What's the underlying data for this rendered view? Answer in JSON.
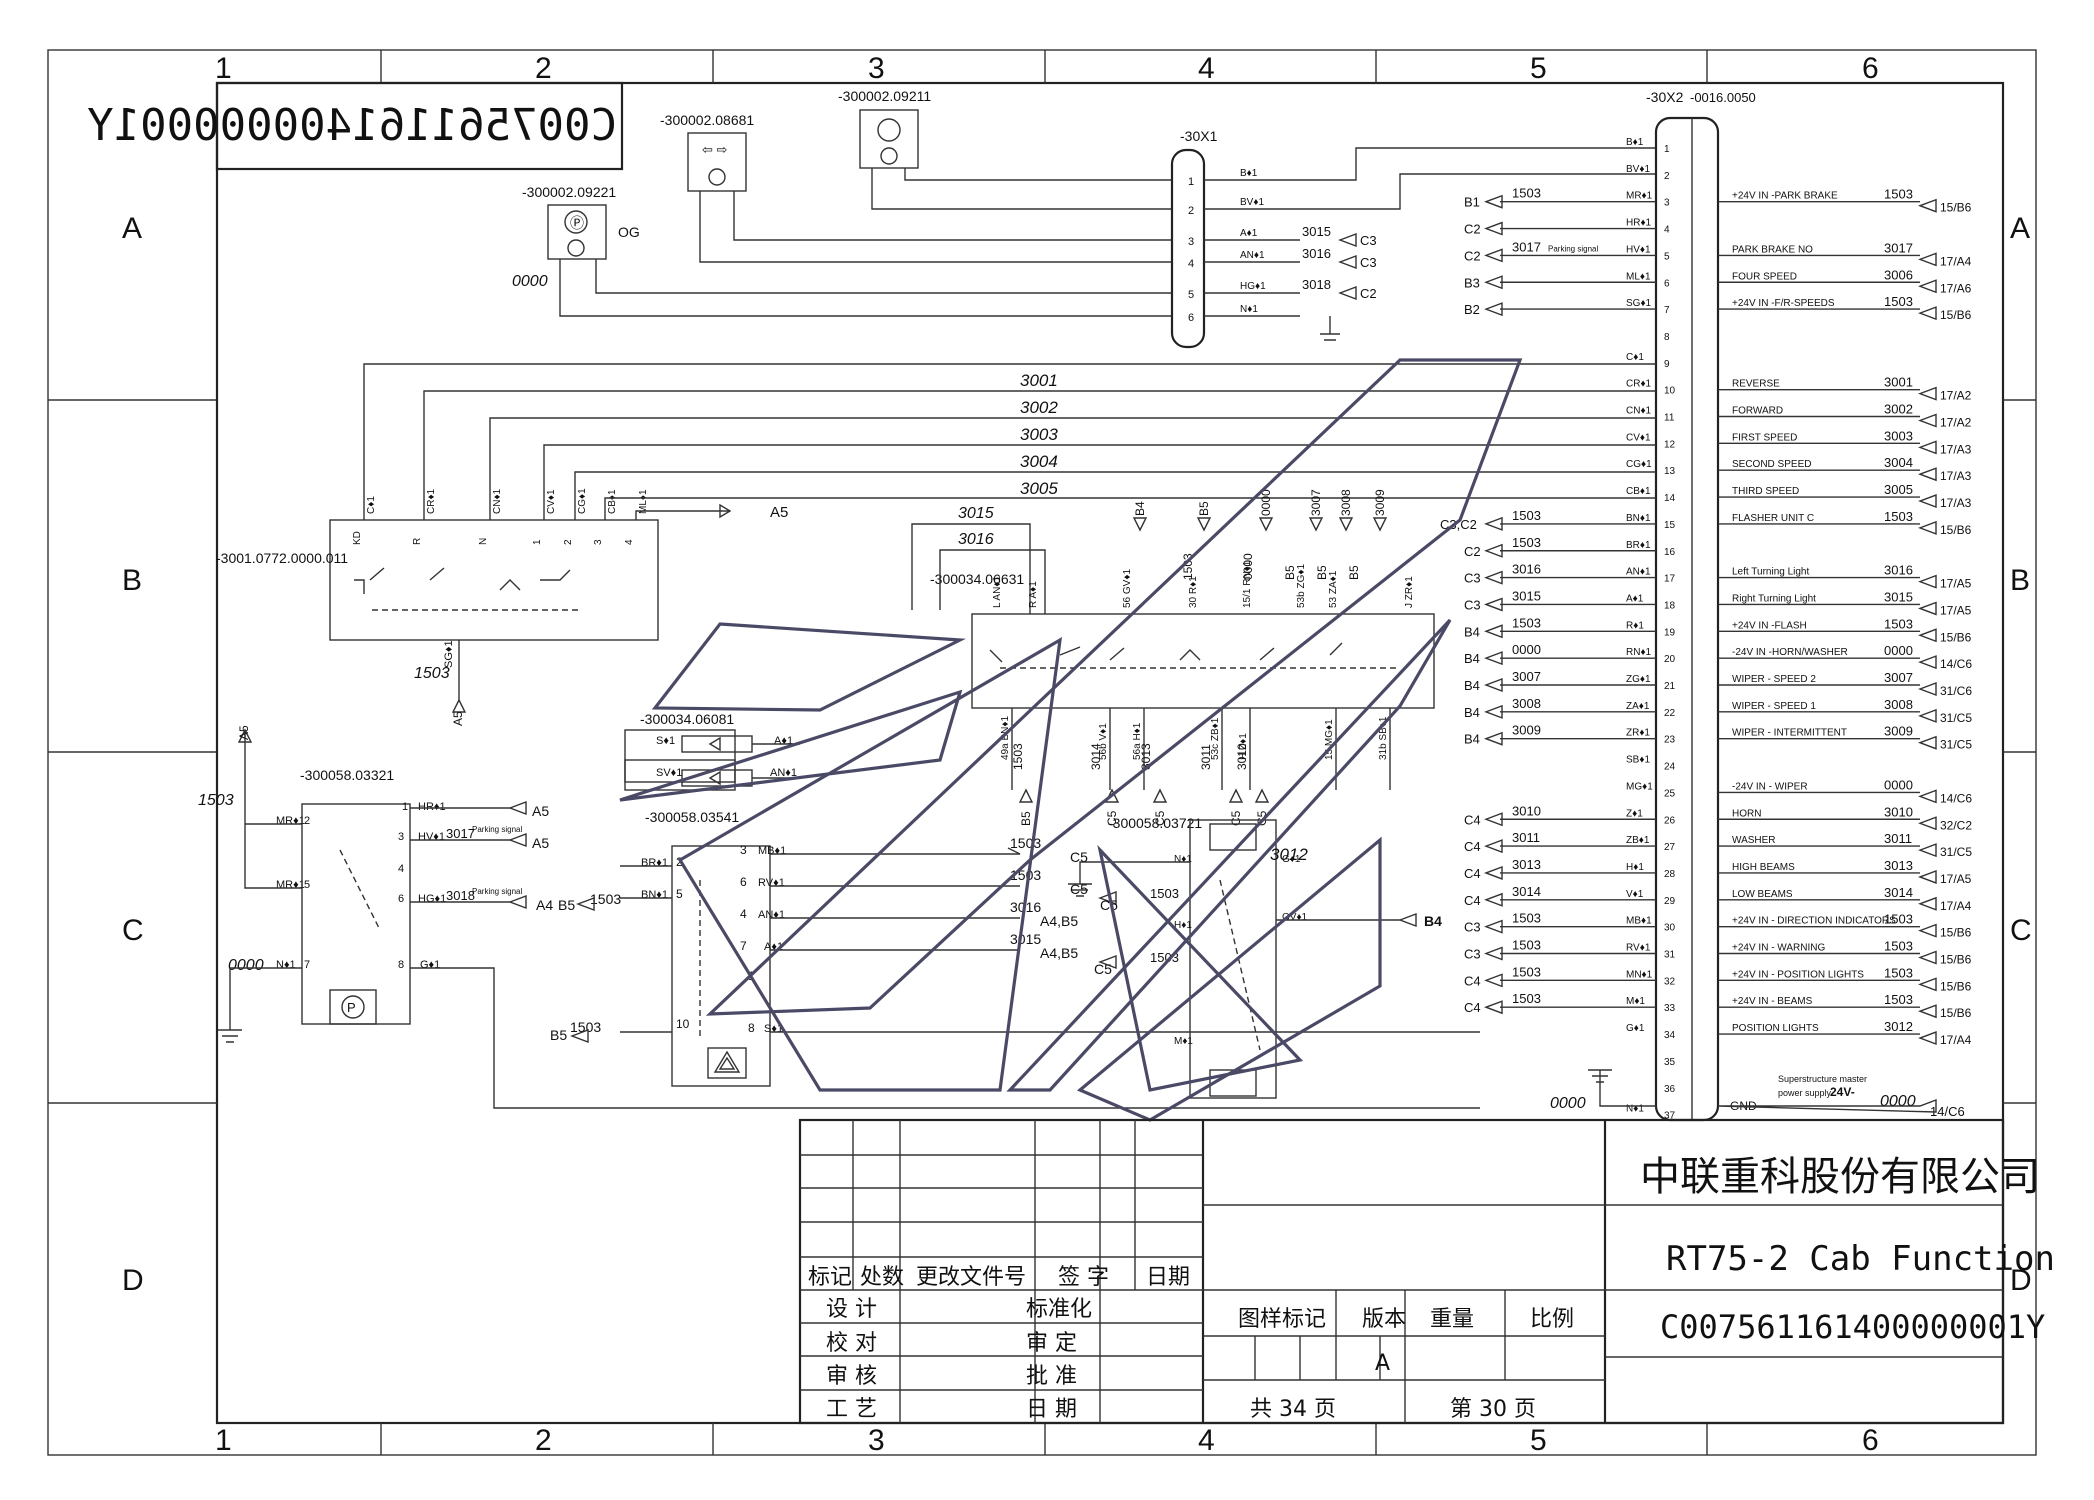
{
  "drawing_number": "C007561161400000001Y",
  "drawing_number_mirrored": "C007561161400000001Y",
  "company": "中联重科股份有限公司",
  "title": "RT75-2 Cab Function",
  "title_block": {
    "rev_headers": [
      "标记",
      "处数",
      "更改文件号",
      "签 字",
      "日期"
    ],
    "roles_left": [
      "设 计",
      "校 对",
      "审 核",
      "工 艺"
    ],
    "roles_right": [
      "标准化",
      "审 定",
      "批 准",
      "日 期"
    ],
    "attr_headers": [
      "图样标记",
      "版本",
      "重量",
      "比例"
    ],
    "version": "A",
    "total_pages": "共 34 页",
    "page": "第 30 页"
  },
  "grid": {
    "columns": [
      "1",
      "2",
      "3",
      "4",
      "5",
      "6"
    ],
    "rows": [
      "A",
      "B",
      "C",
      "D"
    ]
  },
  "components": {
    "c1": "-300002.09221",
    "c1_tag": "OG",
    "c2": "-300002.08681",
    "c3": "-300002.09211",
    "c4": "-30X1",
    "c5": "-3001.0772.0000.011",
    "c6": "-300034.06631",
    "c7": "-300034.06081",
    "c8": "-300058.03541",
    "c9": "-300058.03321",
    "c10": "-300058.03721",
    "c11_a": "-30X2",
    "c11_b": "-0016.0050"
  },
  "x1_pins": [
    "1",
    "2",
    "3",
    "4",
    "5",
    "6"
  ],
  "x1_wires": [
    {
      "name": "B♦1",
      "num": "",
      "ref": ""
    },
    {
      "name": "BV♦1",
      "num": "",
      "ref": ""
    },
    {
      "name": "A♦1",
      "num": "3015",
      "ref": "C3"
    },
    {
      "name": "AN♦1",
      "num": "3016",
      "ref": "C3"
    },
    {
      "name": "HG♦1",
      "num": "3018",
      "ref": "C2"
    },
    {
      "name": "N♦1",
      "num": "",
      "ref": ""
    }
  ],
  "x2_pins": [
    "1",
    "2",
    "3",
    "4",
    "5",
    "6",
    "7",
    "8",
    "9",
    "10",
    "11",
    "12",
    "13",
    "14",
    "15",
    "16",
    "17",
    "18",
    "19",
    "20",
    "21",
    "22",
    "23",
    "24",
    "25",
    "26",
    "27",
    "28",
    "29",
    "30",
    "31",
    "32",
    "33",
    "34",
    "35",
    "36",
    "37"
  ],
  "x2_wires": [
    "B♦1",
    "BV♦1",
    "MR♦1",
    "HR♦1",
    "HV♦1",
    "ML♦1",
    "SG♦1",
    "",
    "C♦1",
    "CR♦1",
    "CN♦1",
    "CV♦1",
    "CG♦1",
    "CB♦1",
    "BN♦1",
    "BR♦1",
    "AN♦1",
    "A♦1",
    "R♦1",
    "RN♦1",
    "ZG♦1",
    "ZA♦1",
    "ZR♦1",
    "SB♦1",
    "MG♦1",
    "Z♦1",
    "ZB♦1",
    "H♦1",
    "V♦1",
    "MB♦1",
    "RV♦1",
    "MN♦1",
    "M♦1",
    "G♦1",
    "",
    "",
    "N♦1"
  ],
  "left_refs": [
    {
      "pin": 3,
      "ref": "B1",
      "num": "1503"
    },
    {
      "pin": 4,
      "ref": "C2",
      "num": ""
    },
    {
      "pin": 5,
      "ref": "C2",
      "num": "3017",
      "note": "Parking signal"
    },
    {
      "pin": 6,
      "ref": "B3",
      "num": ""
    },
    {
      "pin": 7,
      "ref": "B2",
      "num": ""
    },
    {
      "pin": 15,
      "ref": "C3,C2",
      "num": "1503"
    },
    {
      "pin": 16,
      "ref": "C2",
      "num": "1503"
    },
    {
      "pin": 17,
      "ref": "C3",
      "num": "3016"
    },
    {
      "pin": 18,
      "ref": "C3",
      "num": "3015"
    },
    {
      "pin": 19,
      "ref": "B4",
      "num": "1503"
    },
    {
      "pin": 20,
      "ref": "B4",
      "num": "0000"
    },
    {
      "pin": 21,
      "ref": "B4",
      "num": "3007"
    },
    {
      "pin": 22,
      "ref": "B4",
      "num": "3008"
    },
    {
      "pin": 23,
      "ref": "B4",
      "num": "3009"
    },
    {
      "pin": 26,
      "ref": "C4",
      "num": "3010"
    },
    {
      "pin": 27,
      "ref": "C4",
      "num": "3011"
    },
    {
      "pin": 28,
      "ref": "C4",
      "num": "3013"
    },
    {
      "pin": 29,
      "ref": "C4",
      "num": "3014"
    },
    {
      "pin": 30,
      "ref": "C3",
      "num": "1503"
    },
    {
      "pin": 31,
      "ref": "C3",
      "num": "1503"
    },
    {
      "pin": 32,
      "ref": "C4",
      "num": "1503"
    },
    {
      "pin": 33,
      "ref": "C4",
      "num": "1503"
    }
  ],
  "right_signals": [
    {
      "pin": 3,
      "label": "+24V IN -PARK BRAKE",
      "num": "1503",
      "ref": "15/B6"
    },
    {
      "pin": 5,
      "label": "PARK BRAKE NO",
      "num": "3017",
      "ref": "17/A4"
    },
    {
      "pin": 6,
      "label": "FOUR SPEED",
      "num": "3006",
      "ref": "17/A6"
    },
    {
      "pin": 7,
      "label": "+24V IN -F/R-SPEEDS",
      "num": "1503",
      "ref": "15/B6"
    },
    {
      "pin": 10,
      "label": "REVERSE",
      "num": "3001",
      "ref": "17/A2"
    },
    {
      "pin": 11,
      "label": "FORWARD",
      "num": "3002",
      "ref": "17/A2"
    },
    {
      "pin": 12,
      "label": "FIRST SPEED",
      "num": "3003",
      "ref": "17/A3"
    },
    {
      "pin": 13,
      "label": "SECOND SPEED",
      "num": "3004",
      "ref": "17/A3"
    },
    {
      "pin": 14,
      "label": "THIRD SPEED",
      "num": "3005",
      "ref": "17/A3"
    },
    {
      "pin": 15,
      "label": "FLASHER UNIT C",
      "num": "1503",
      "ref": "15/B6"
    },
    {
      "pin": 17,
      "label": "Left Turning Light",
      "num": "3016",
      "ref": "17/A5"
    },
    {
      "pin": 18,
      "label": "Right Turning Light",
      "num": "3015",
      "ref": "17/A5"
    },
    {
      "pin": 19,
      "label": "+24V IN -FLASH",
      "num": "1503",
      "ref": "15/B6"
    },
    {
      "pin": 20,
      "label": "-24V IN -HORN/WASHER",
      "num": "0000",
      "ref": "14/C6"
    },
    {
      "pin": 21,
      "label": "WIPER - SPEED 2",
      "num": "3007",
      "ref": "31/C6"
    },
    {
      "pin": 22,
      "label": "WIPER - SPEED 1",
      "num": "3008",
      "ref": "31/C5"
    },
    {
      "pin": 23,
      "label": "WIPER - INTERMITTENT",
      "num": "3009",
      "ref": "31/C5"
    },
    {
      "pin": 25,
      "label": "-24V IN - WIPER",
      "num": "0000",
      "ref": "14/C6"
    },
    {
      "pin": 26,
      "label": "HORN",
      "num": "3010",
      "ref": "32/C2"
    },
    {
      "pin": 27,
      "label": "WASHER",
      "num": "3011",
      "ref": "31/C5"
    },
    {
      "pin": 28,
      "label": "HIGH BEAMS",
      "num": "3013",
      "ref": "17/A5"
    },
    {
      "pin": 29,
      "label": "LOW BEAMS",
      "num": "3014",
      "ref": "17/A4"
    },
    {
      "pin": 30,
      "label": "+24V IN - DIRECTION INDICATORS",
      "num": "1503",
      "ref": "15/B6"
    },
    {
      "pin": 31,
      "label": "+24V IN - WARNING",
      "num": "1503",
      "ref": "15/B6"
    },
    {
      "pin": 32,
      "label": "+24V IN - POSITION LIGHTS",
      "num": "1503",
      "ref": "15/B6"
    },
    {
      "pin": 33,
      "label": "+24V IN - BEAMS",
      "num": "1503",
      "ref": "15/B6"
    },
    {
      "pin": 34,
      "label": "POSITION LIGHTS",
      "num": "3012",
      "ref": "17/A4"
    }
  ],
  "gnd": {
    "label": "GND",
    "note_line1": "Superstructure master",
    "note_line2": "power supply",
    "volt": "24V-",
    "num": "0000",
    "ref": "14/C6",
    "left_num": "0000"
  },
  "bus_numbers": [
    "3001",
    "3002",
    "3003",
    "3004",
    "3005"
  ],
  "switch1_pins": [
    {
      "name": "C♦1",
      "pin": "KD"
    },
    {
      "name": "CR♦1",
      "pin": "R"
    },
    {
      "name": "CN♦1",
      "pin": "N"
    },
    {
      "name": "CV♦1",
      "pin": "1"
    },
    {
      "name": "CG♦1",
      "pin": "2"
    },
    {
      "name": "CB♦1",
      "pin": "3"
    },
    {
      "name": "ML♦1",
      "pin": "4"
    }
  ],
  "switch1_misc": {
    "a5": "A5",
    "sg": "SG♦1",
    "num": "1503",
    "a5b": "A5"
  },
  "switch2_top": [
    "L AN♦1",
    "R A♦1",
    "56 GV♦1",
    "30 R♦1",
    "15/1 RN♦1",
    "53b ZG♦1",
    "53 ZA♦1",
    "J ZR♦1"
  ],
  "switch2_top_labels": [
    "3015",
    "3016",
    "B4",
    "B5",
    "1503",
    "0000",
    "B5",
    "3007",
    "B5",
    "3008",
    "B5",
    "3009"
  ],
  "switch2_bot": [
    "49a BN♦1",
    "56b V♦1",
    "56a H♦1",
    "53c ZB♦1",
    "H Z♦1",
    "15 MG♦1",
    "31b SB♦1"
  ],
  "switch2_bot_nums": [
    "1503",
    "B5",
    "3014",
    "C5",
    "3013",
    "C5",
    "3011",
    "C5",
    "3010",
    "C5"
  ],
  "hazard": {
    "pins": [
      "MB♦1",
      "RV♦1",
      "AN♦1",
      "A♦1",
      "S♦1",
      "BR♦1",
      "BN♦1"
    ],
    "nums": [
      "1503",
      "1503",
      "3016",
      "3015"
    ],
    "refs": [
      "C5",
      "C5",
      "A4,B5",
      "A4,B5"
    ],
    "b5": "B5",
    "b5_2": "B5",
    "n1503a": "1503",
    "n1503b": "1503",
    "pinnums": [
      "2",
      "5",
      "3",
      "6",
      "4",
      "7",
      "10",
      "8",
      "1"
    ]
  },
  "relay": {
    "pins": [
      "S♦1",
      "SV♦1"
    ],
    "labels": [
      "A♦1",
      "AN♦1"
    ]
  },
  "park_switch": {
    "pins": [
      "HR♦1",
      "HV♦1",
      "HG♦1",
      "MR♦1",
      "MR♦1",
      "N♦1",
      "G♦1"
    ],
    "nums": [
      "3017",
      "3018",
      "1503",
      "0000"
    ],
    "notes": [
      "Parking signal",
      "Parking signal"
    ],
    "refs": [
      "A5",
      "A5",
      "A4"
    ],
    "a5": "A5",
    "pinnums": [
      "1",
      "2",
      "3",
      "4",
      "5",
      "6",
      "7",
      "8"
    ]
  },
  "light_switch": {
    "nums": [
      "3012",
      "1503",
      "1503"
    ],
    "pins": [
      "N♦1",
      "G♦1",
      "GV♦1",
      "H♦1",
      "M♦1"
    ],
    "refs": [
      "C5",
      "C5",
      "B4"
    ]
  },
  "x1_side": {
    "num0000": "0000"
  }
}
